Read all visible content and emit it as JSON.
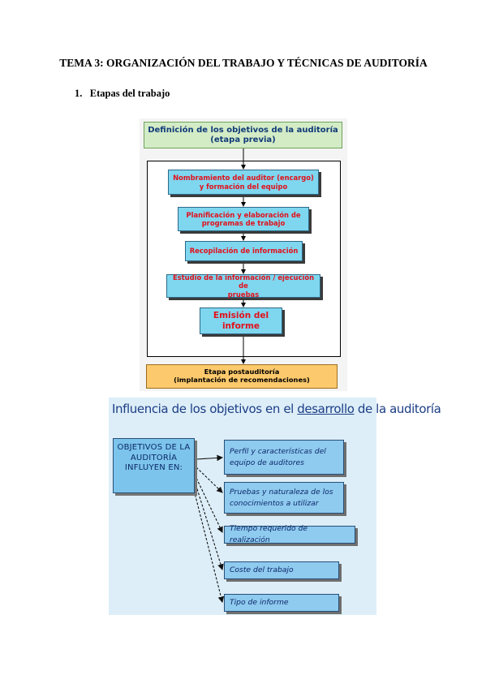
{
  "document": {
    "title": "TEMA 3: ORGANIZACIÓN DEL TRABAJO Y TÉCNICAS DE AUDITORÍA",
    "section": "1.   Etapas del trabajo"
  },
  "flowchart": {
    "pre_stage": "Definición de los objetivos de la auditoría\n(etapa previa)",
    "stages": [
      "Nombramiento del auditor (encargo)\ny formación del equipo",
      "Planificación y elaboración de\nprogramas de trabajo",
      "Recopilación de información",
      "Estudio de la información / ejecución de\npruebas",
      "Emisión del\ninforme"
    ],
    "post_stage": "Etapa postauditoría\n(implantación de recomendaciones)"
  },
  "influence": {
    "title_before": "Influencia de los objetivos en el ",
    "title_underlined": "desarrollo",
    "title_after": " de la auditoría",
    "source_box": "OBJETIVOS DE LA\nAUDITORÍA\nINFLUYEN EN:",
    "targets": [
      "Perfil y características del\nequipo de auditores",
      "Pruebas y naturaleza de los\nconocimientos a utilizar",
      "Tiempo requerido de realización",
      "Coste del trabajo",
      "Tipo de informe"
    ]
  }
}
